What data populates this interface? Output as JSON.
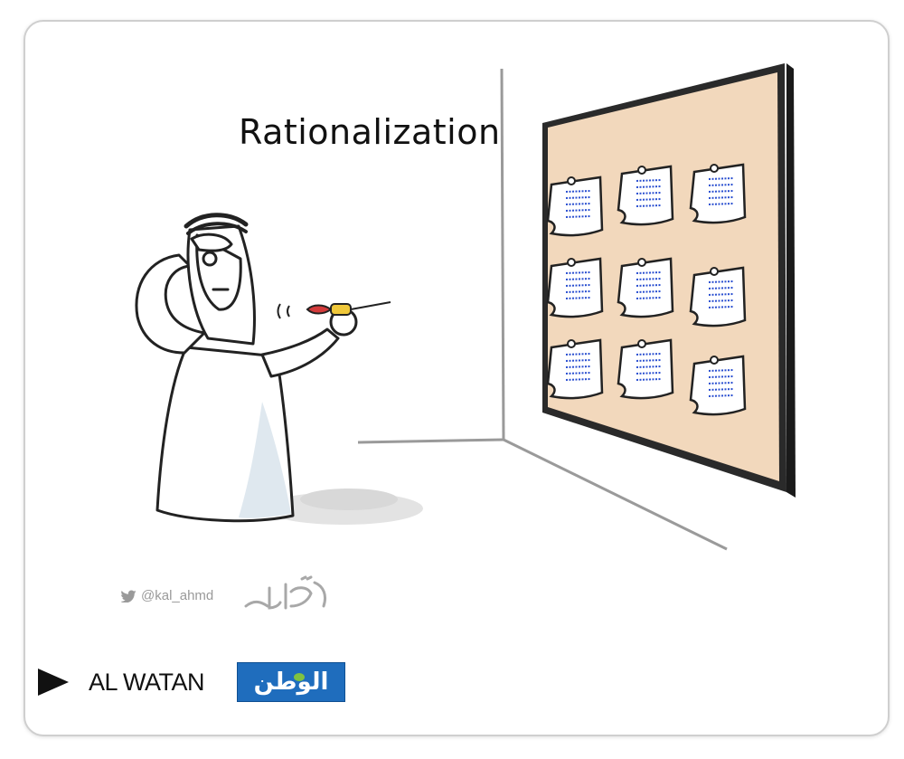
{
  "cartoon": {
    "caption": "Rationalization",
    "artist_handle": "@kal_ahmd",
    "artist_signature": "خالد",
    "icons": {
      "twitter": "twitter-bird-icon",
      "play": "play-triangle-icon"
    }
  },
  "footer": {
    "brand_label": "AL WATAN",
    "brand_logo_text": "الوطن"
  },
  "colors": {
    "board": "#f2d8bc",
    "board_frame": "#2a2a2a",
    "note_lines": "#2a4fd0",
    "thobe_shadow": "#dfe8ef",
    "dart_red": "#d43b3b",
    "dart_yellow": "#f0c83a",
    "logo_blue": "#1f6dbd",
    "logo_green": "#7fc241"
  }
}
